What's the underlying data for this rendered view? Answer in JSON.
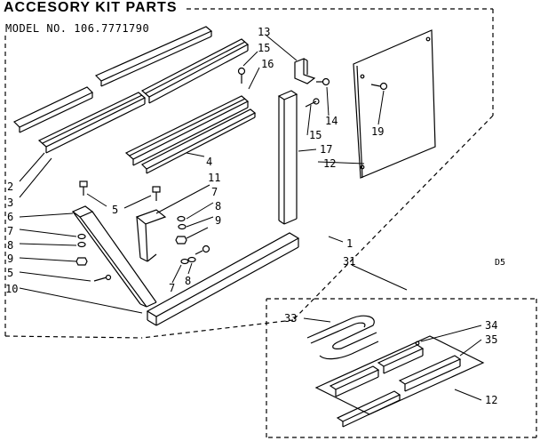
{
  "header": {
    "title": "ACCESORY KIT PARTS",
    "model": "MODEL NO. 106.7771790",
    "code": "D5"
  },
  "callouts": {
    "c1": "1",
    "c2": "2",
    "c3": "3",
    "c4": "4",
    "c5a": "5",
    "c5b": "5",
    "c6": "6",
    "c7a": "7",
    "c7b": "7",
    "c7c": "7",
    "c8a": "8",
    "c8b": "8",
    "c8c": "8",
    "c9a": "9",
    "c9b": "9",
    "c10": "10",
    "c11": "11",
    "c12a": "12",
    "c12b": "12",
    "c13": "13",
    "c14": "14",
    "c15a": "15",
    "c15b": "15",
    "c16": "16",
    "c17": "17",
    "c19": "19",
    "c31": "31",
    "c33": "33",
    "c34": "34",
    "c35": "35"
  }
}
